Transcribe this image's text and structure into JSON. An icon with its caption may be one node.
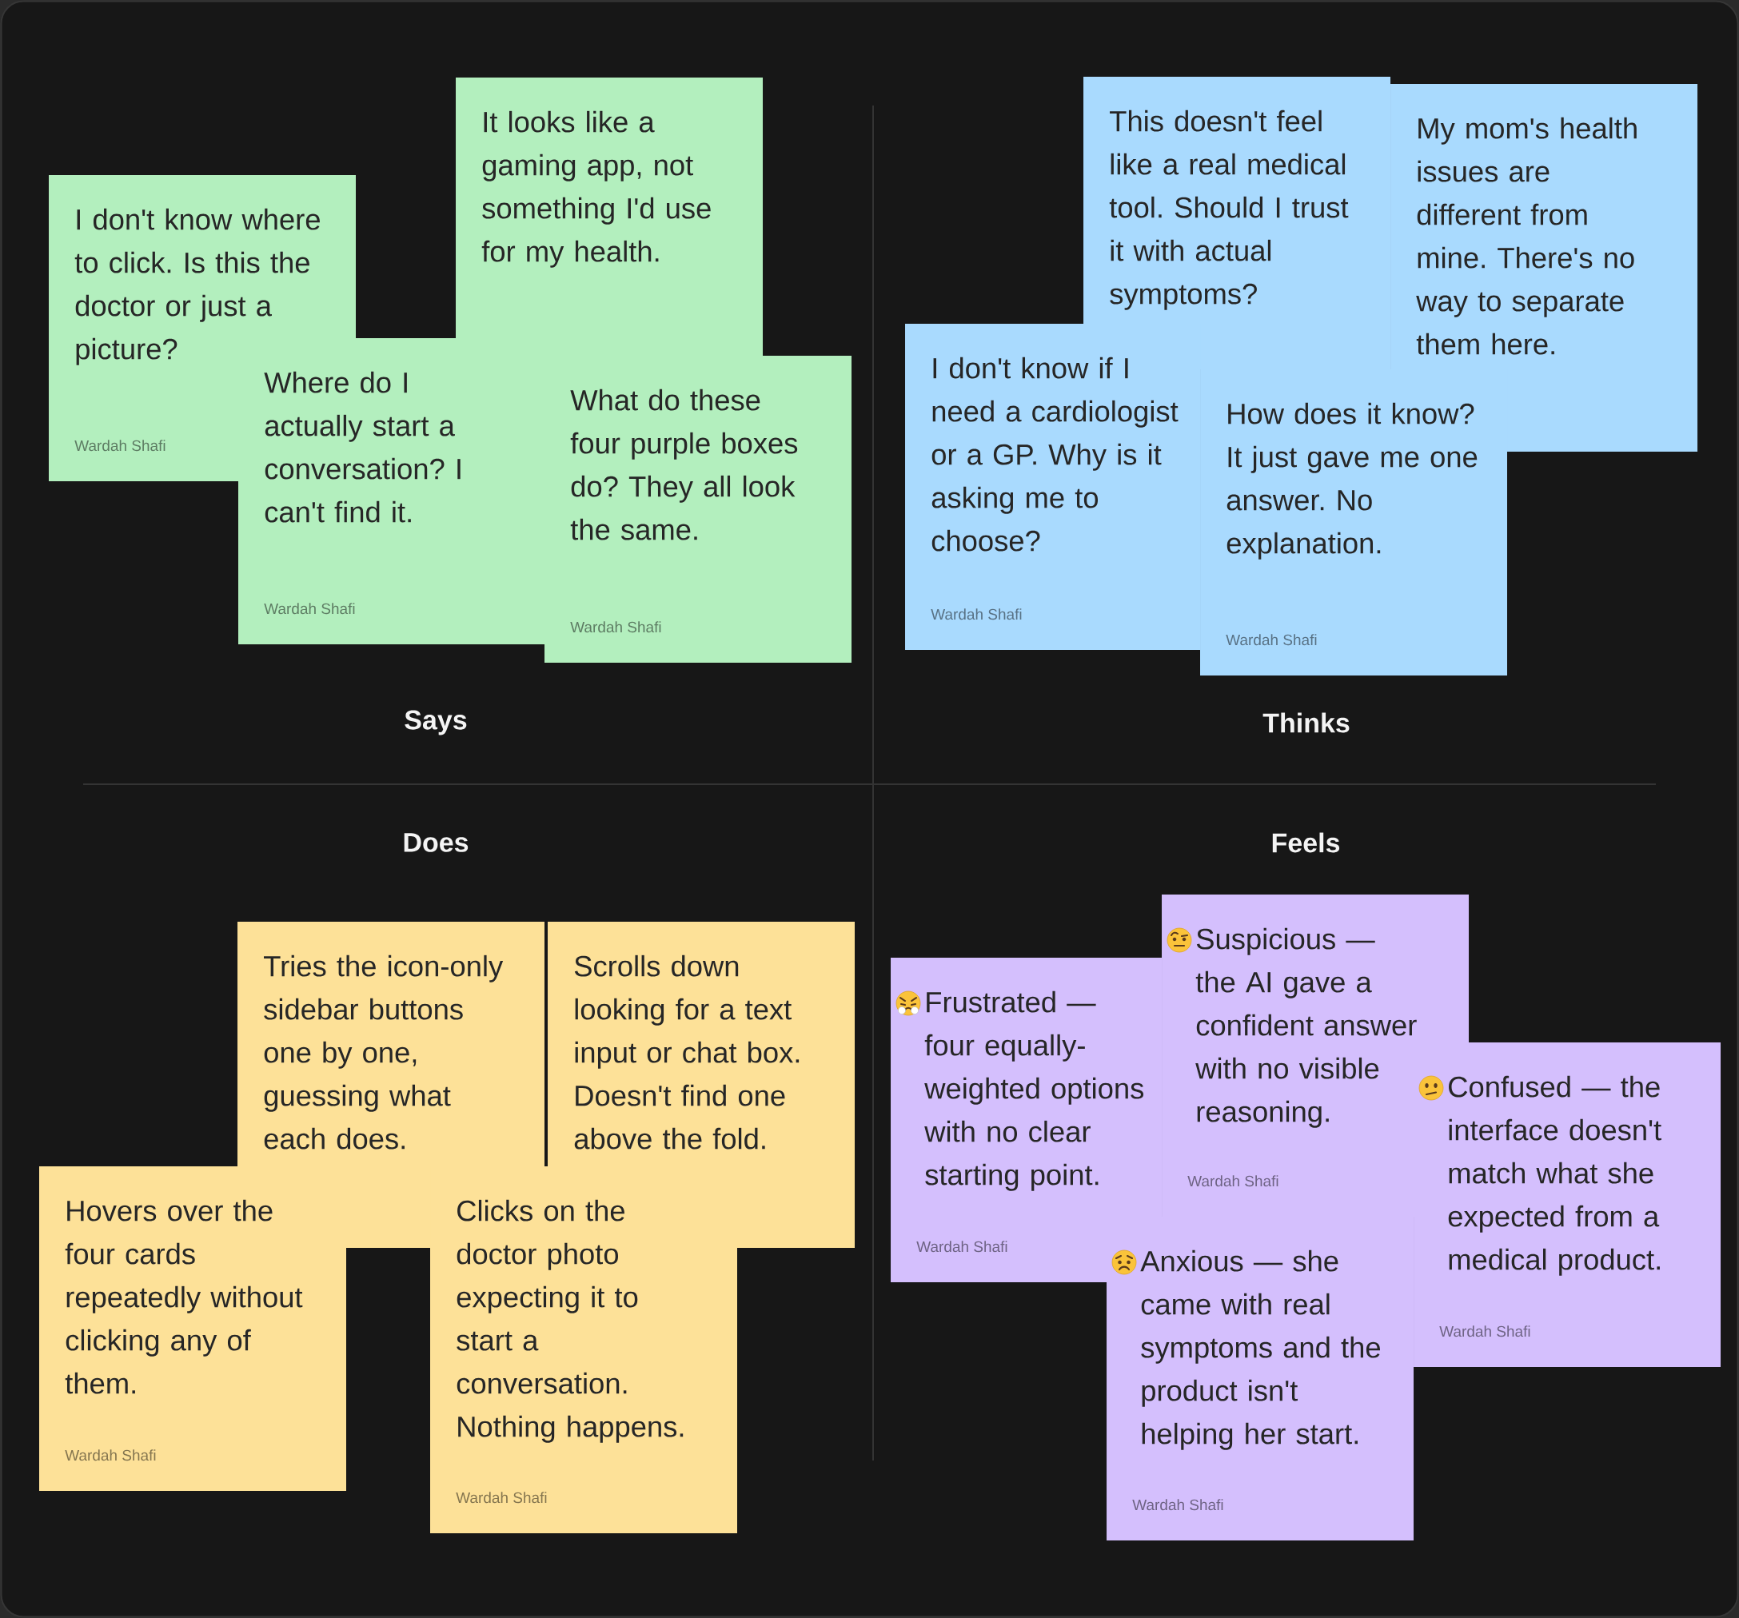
{
  "diagram": {
    "nodes": [
      {
        "text": [
          "I don't know where to click. Is this the doctor or just a picture?",
          "Wardah Shafi"
        ]
      },
      {
        "text": [
          "It looks like a gaming app, not something I'd use for my health."
        ]
      },
      {
        "text": [
          "Where do I actually start a conversation? I can't find it.",
          "Wardah Shafi"
        ]
      },
      {
        "text": [
          "What do these four purple boxes do? They all look the same.",
          "Wardah Shafi"
        ]
      },
      {
        "text": [
          "This doesn't feel like a real medical tool. Should I trust it with actual symptoms?"
        ]
      },
      {
        "text": [
          "My mom's health issues are different from mine. There's no way to separate them here."
        ]
      },
      {
        "text": [
          "I don't know if I need a cardiologist or a GP. Why is it asking me to choose?",
          "Wardah Shafi"
        ]
      },
      {
        "text": [
          "How does it know? It just gave me one answer. No explanation.",
          "Wardah Shafi"
        ]
      },
      {
        "text": [
          "Tries the icon-only sidebar buttons one by one, guessing what each does."
        ]
      },
      {
        "text": [
          "Scrolls down looking for a text input or chat box. Doesn't find one above the fold."
        ]
      },
      {
        "text": [
          "Hovers over the four cards repeatedly without clicking any of them.",
          "Wardah Shafi"
        ]
      },
      {
        "text": [
          "Clicks on the doctor photo expecting it to start a conversation. Nothing happens.",
          "Wardah Shafi"
        ]
      },
      {
        "text": [
          "Frustrated — four equally-weighted options with no clear starting point.",
          "Wardah Shafi"
        ]
      },
      {
        "text": [
          "Suspicious — the AI gave a confident answer with no visible reasoning.",
          "Wardah Shafi"
        ]
      },
      {
        "text": [
          "Confused — the interface doesn't match what she expected from a medical product.",
          "Wardah Shafi"
        ]
      },
      {
        "text": [
          "Anxious — she came with real symptoms and the product isn't helping her start.",
          "Wardah Shafi"
        ]
      }
    ],
    "labels": [
      "Says",
      "Thinks",
      "Does",
      "Feels"
    ]
  }
}
